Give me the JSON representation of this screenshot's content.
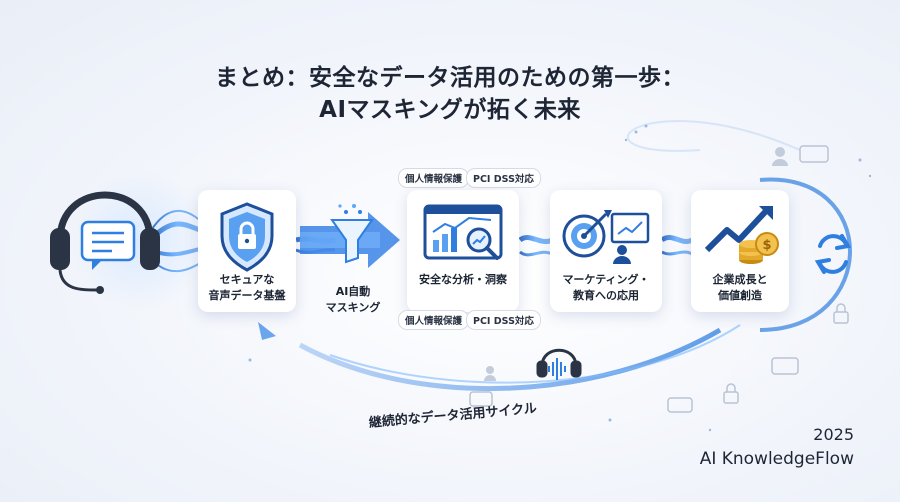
{
  "title": {
    "line1": "まとめ：安全なデータ活用のための第一歩：",
    "line2": "AIマスキングが拓く未来"
  },
  "steps": [
    {
      "lines": [
        "セキュアな",
        "音声データ基盤"
      ],
      "icon": "shield-lock-icon"
    },
    {
      "lines": [
        "安全な分析・洞察"
      ],
      "icon": "analytics-magnifier-icon"
    },
    {
      "lines": [
        "マーケティング・",
        "教育への応用"
      ],
      "icon": "target-presentation-icon"
    },
    {
      "lines": [
        "企業成長と",
        "価値創造"
      ],
      "icon": "growth-coins-icon"
    }
  ],
  "masking": {
    "lines": [
      "AI自動",
      "マスキング"
    ],
    "icon": "funnel-icon"
  },
  "tags": {
    "top": [
      "個人情報保護",
      "PCI DSS対応"
    ],
    "bottom": [
      "個人情報保護",
      "PCI DSS対応"
    ]
  },
  "cycle_label": "継続的なデータ活用サイクル",
  "footer": {
    "year": "2025",
    "brand": "AI KnowledgeFlow"
  },
  "colors": {
    "accent": "#2f7fe0",
    "deep": "#1d4f9a",
    "gold": "#e3a92b"
  }
}
